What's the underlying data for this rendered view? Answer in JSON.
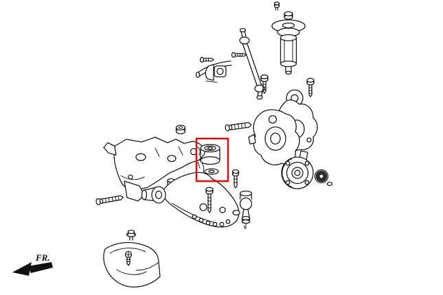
{
  "diagram": {
    "fr_label": "FR.",
    "highlight_color": "#ff0000",
    "line_color": "#1b1b1b",
    "background_color": "#ffffff",
    "highlighted_part": "control-arm-bushing",
    "parts": [
      "strut-assembly",
      "strut-top-bolt",
      "strut-rod-nut",
      "stabilizer-link",
      "stabilizer-bushing-bracket",
      "small-bolt-a",
      "small-bolt-b",
      "steering-knuckle-rear",
      "steering-knuckle-front",
      "knuckle-bolt-left",
      "knuckle-bolt-right",
      "knuckle-pinch-bolt",
      "wheel-hub",
      "wheel-bearing",
      "ball-joint",
      "ball-joint-bolt",
      "lower-control-arm",
      "control-arm-bushing",
      "bushing-bolt",
      "subframe-crossmember",
      "subframe-mount-bolt",
      "flange-nut",
      "clip-grommet",
      "fender-liner",
      "liner-screw",
      "fr-direction-arrow"
    ]
  }
}
